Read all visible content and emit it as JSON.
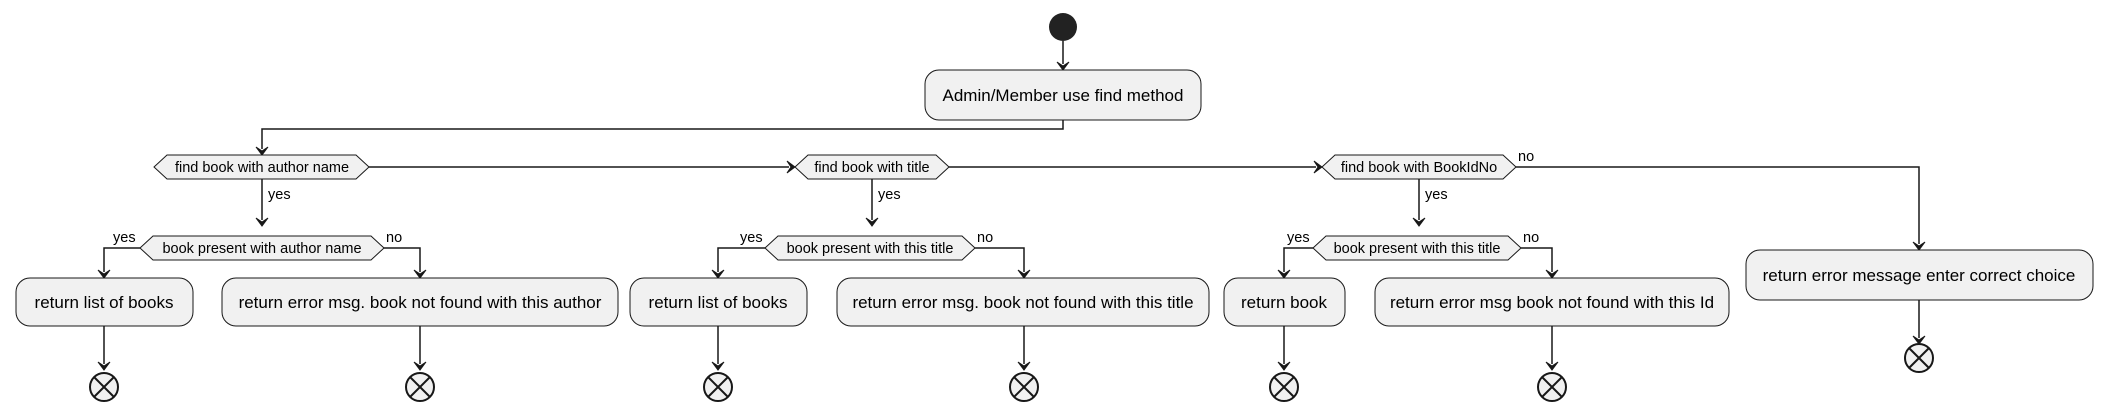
{
  "diagram": {
    "start_action": "Admin/Member use find method",
    "decisions": {
      "author": "find book with author name",
      "title": "find book with title",
      "id": "find book with BookIdNo"
    },
    "sub_decisions": {
      "author": "book present with author name",
      "title": "book present with this title",
      "id": "book present with this title"
    },
    "actions": {
      "author_yes": "return list of books",
      "author_no": "return error msg. book not found with this author",
      "title_yes": "return list of books",
      "title_no": "return error msg. book not found with this title",
      "id_yes": "return book",
      "id_no": "return error msg book not found with this Id",
      "fallback": "return error message enter correct choice"
    },
    "labels": {
      "yes": "yes",
      "no": "no"
    }
  },
  "colors": {
    "node_fill": "#f1f1f1",
    "line": "#181818",
    "start": "#222222"
  }
}
